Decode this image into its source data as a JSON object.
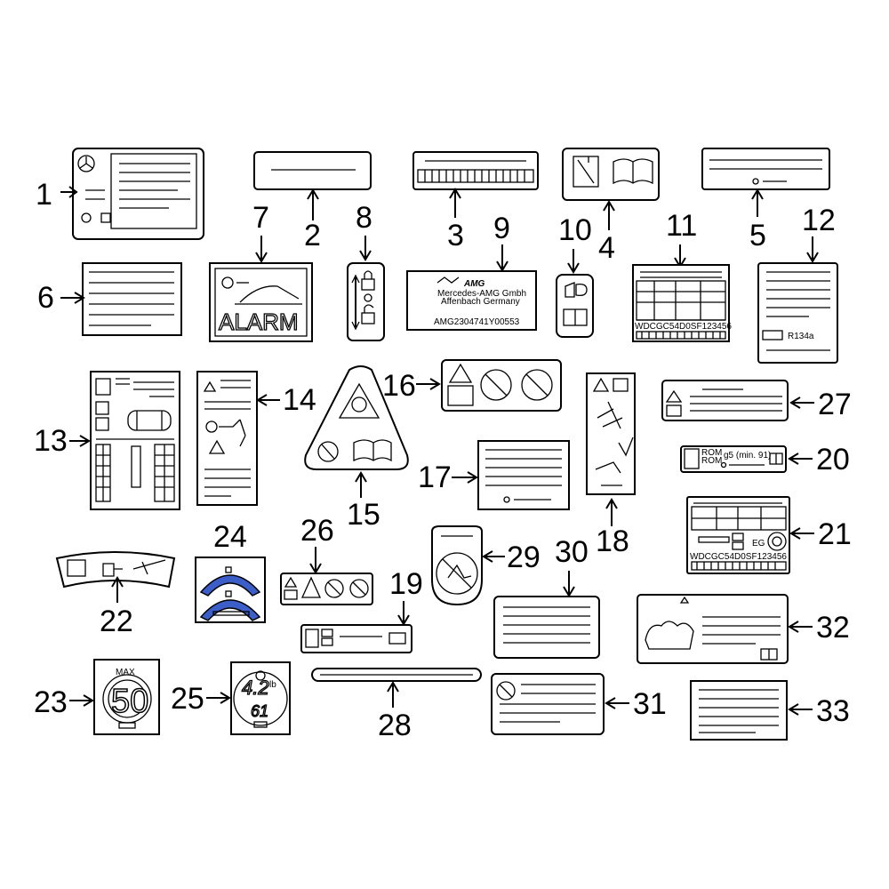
{
  "callouts": {
    "n1": "1",
    "n2": "2",
    "n3": "3",
    "n4": "4",
    "n5": "5",
    "n6": "6",
    "n7": "7",
    "n8": "8",
    "n9": "9",
    "n10": "10",
    "n11": "11",
    "n12": "12",
    "n13": "13",
    "n14": "14",
    "n15": "15",
    "n16": "16",
    "n17": "17",
    "n18": "18",
    "n19": "19",
    "n20": "20",
    "n21": "21",
    "n22": "22",
    "n23": "23",
    "n24": "24",
    "n25": "25",
    "n26": "26",
    "n27": "27",
    "n28": "28",
    "n29": "29",
    "n30": "30",
    "n31": "31",
    "n32": "32",
    "n33": "33"
  },
  "labels": {
    "amg_brand": "AMG",
    "amg_company": "Mercedes-AMG Gmbh",
    "amg_location": "Affenbach Germany",
    "amg_code": "AMG2304741Y00553",
    "alarm": "ALARM",
    "vin_11": "WDCGC54D0SF123456",
    "vin_21": "WDCGC54D0SF123456",
    "refrigerant": "R134a",
    "rom1": "ROM",
    "rom2": "ROM",
    "fuel_grade": "g5 (min. 91)",
    "eg": "EG",
    "speed_max": "MAX",
    "speed_value": "50",
    "pressure_top": "4.2",
    "pressure_bottom": "61",
    "pressure_unit": "lb"
  },
  "colors": {
    "accent_blue": "#3b5ec9",
    "line": "#000000",
    "background": "#ffffff"
  }
}
